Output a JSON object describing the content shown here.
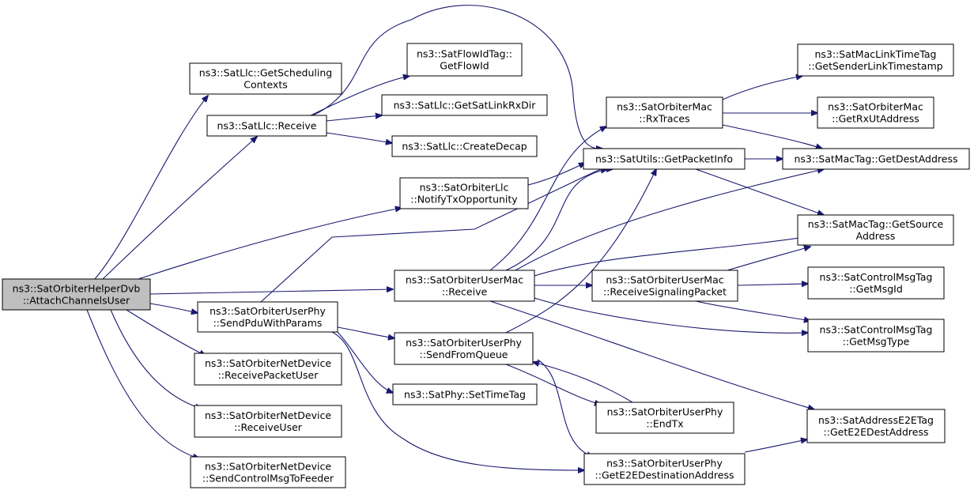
{
  "colors": {
    "edge": "#191970",
    "node_border": "#000000",
    "node_fill": "#ffffff",
    "root_fill": "#bfbfbf",
    "background": "#ffffff"
  },
  "nodes": [
    {
      "id": "root",
      "lines": [
        "ns3::SatOrbiterHelperDvb",
        "::AttachChannelsUser"
      ],
      "root": true
    },
    {
      "id": "llcSched",
      "lines": [
        "ns3::SatLlc::GetScheduling",
        "Contexts"
      ]
    },
    {
      "id": "llcRecv",
      "lines": [
        "ns3::SatLlc::Receive"
      ]
    },
    {
      "id": "flowTag",
      "lines": [
        "ns3::SatFlowIdTag::",
        "GetFlowId"
      ]
    },
    {
      "id": "linkRxDir",
      "lines": [
        "ns3::SatLlc::GetSatLinkRxDir"
      ]
    },
    {
      "id": "createDecap",
      "lines": [
        "ns3::SatLlc::CreateDecap"
      ]
    },
    {
      "id": "notifyTx",
      "lines": [
        "ns3::SatOrbiterLlc",
        "::NotifyTxOpportunity"
      ]
    },
    {
      "id": "rxTraces",
      "lines": [
        "ns3::SatOrbiterMac",
        "::RxTraces"
      ]
    },
    {
      "id": "getPacketInfo",
      "lines": [
        "ns3::SatUtils::GetPacketInfo"
      ]
    },
    {
      "id": "linkTimeTag",
      "lines": [
        "ns3::SatMacLinkTimeTag",
        "::GetSenderLinkTimestamp"
      ]
    },
    {
      "id": "getRxUt",
      "lines": [
        "ns3::SatOrbiterMac",
        "::GetRxUtAddress"
      ]
    },
    {
      "id": "destAddr",
      "lines": [
        "ns3::SatMacTag::GetDestAddress"
      ]
    },
    {
      "id": "srcAddr",
      "lines": [
        "ns3::SatMacTag::GetSource",
        "Address"
      ]
    },
    {
      "id": "userMacRecv",
      "lines": [
        "ns3::SatOrbiterUserMac",
        "::Receive"
      ]
    },
    {
      "id": "recvSignal",
      "lines": [
        "ns3::SatOrbiterUserMac",
        "::ReceiveSignalingPacket"
      ]
    },
    {
      "id": "msgId",
      "lines": [
        "ns3::SatControlMsgTag",
        "::GetMsgId"
      ]
    },
    {
      "id": "msgType",
      "lines": [
        "ns3::SatControlMsgTag",
        "::GetMsgType"
      ]
    },
    {
      "id": "sendPdu",
      "lines": [
        "ns3::SatOrbiterUserPhy",
        "::SendPduWithParams"
      ]
    },
    {
      "id": "sendFromQueue",
      "lines": [
        "ns3::SatOrbiterUserPhy",
        "::SendFromQueue"
      ]
    },
    {
      "id": "setTimeTag",
      "lines": [
        "ns3::SatPhy::SetTimeTag"
      ]
    },
    {
      "id": "endTx",
      "lines": [
        "ns3::SatOrbiterUserPhy",
        "::EndTx"
      ]
    },
    {
      "id": "e2eTag",
      "lines": [
        "ns3::SatAddressE2ETag",
        "::GetE2EDestAddress"
      ]
    },
    {
      "id": "getE2EDest",
      "lines": [
        "ns3::SatOrbiterUserPhy",
        "::GetE2EDestinationAddress"
      ]
    },
    {
      "id": "recvPacketUser",
      "lines": [
        "ns3::SatOrbiterNetDevice",
        "::ReceivePacketUser"
      ]
    },
    {
      "id": "recvUser",
      "lines": [
        "ns3::SatOrbiterNetDevice",
        "::ReceiveUser"
      ]
    },
    {
      "id": "sendCtrl",
      "lines": [
        "ns3::SatOrbiterNetDevice",
        "::SendControlMsgToFeeder"
      ]
    }
  ],
  "edges": [
    {
      "from": "root",
      "to": "llcSched"
    },
    {
      "from": "root",
      "to": "llcRecv"
    },
    {
      "from": "root",
      "to": "notifyTx"
    },
    {
      "from": "root",
      "to": "userMacRecv"
    },
    {
      "from": "root",
      "to": "sendPdu"
    },
    {
      "from": "root",
      "to": "recvPacketUser"
    },
    {
      "from": "root",
      "to": "recvUser"
    },
    {
      "from": "root",
      "to": "sendCtrl"
    },
    {
      "from": "llcRecv",
      "to": "flowTag"
    },
    {
      "from": "llcRecv",
      "to": "linkRxDir"
    },
    {
      "from": "llcRecv",
      "to": "createDecap"
    },
    {
      "from": "llcRecv",
      "to": "getPacketInfo"
    },
    {
      "from": "notifyTx",
      "to": "getPacketInfo"
    },
    {
      "from": "rxTraces",
      "to": "linkTimeTag"
    },
    {
      "from": "rxTraces",
      "to": "getRxUt"
    },
    {
      "from": "rxTraces",
      "to": "destAddr"
    },
    {
      "from": "getPacketInfo",
      "to": "destAddr"
    },
    {
      "from": "getPacketInfo",
      "to": "srcAddr"
    },
    {
      "from": "userMacRecv",
      "to": "rxTraces"
    },
    {
      "from": "userMacRecv",
      "to": "getPacketInfo"
    },
    {
      "from": "userMacRecv",
      "to": "destAddr"
    },
    {
      "from": "userMacRecv",
      "to": "srcAddr"
    },
    {
      "from": "userMacRecv",
      "to": "recvSignal"
    },
    {
      "from": "userMacRecv",
      "to": "msgType"
    },
    {
      "from": "userMacRecv",
      "to": "e2eTag"
    },
    {
      "from": "recvSignal",
      "to": "srcAddr"
    },
    {
      "from": "recvSignal",
      "to": "msgId"
    },
    {
      "from": "recvSignal",
      "to": "msgType"
    },
    {
      "from": "sendPdu",
      "to": "getPacketInfo"
    },
    {
      "from": "sendPdu",
      "to": "sendFromQueue"
    },
    {
      "from": "sendPdu",
      "to": "setTimeTag"
    },
    {
      "from": "sendPdu",
      "to": "getE2EDest"
    },
    {
      "from": "sendFromQueue",
      "to": "getPacketInfo"
    },
    {
      "from": "sendFromQueue",
      "to": "endTx"
    },
    {
      "from": "sendFromQueue",
      "to": "getE2EDest"
    },
    {
      "from": "endTx",
      "to": "sendFromQueue"
    },
    {
      "from": "getE2EDest",
      "to": "e2eTag"
    }
  ]
}
